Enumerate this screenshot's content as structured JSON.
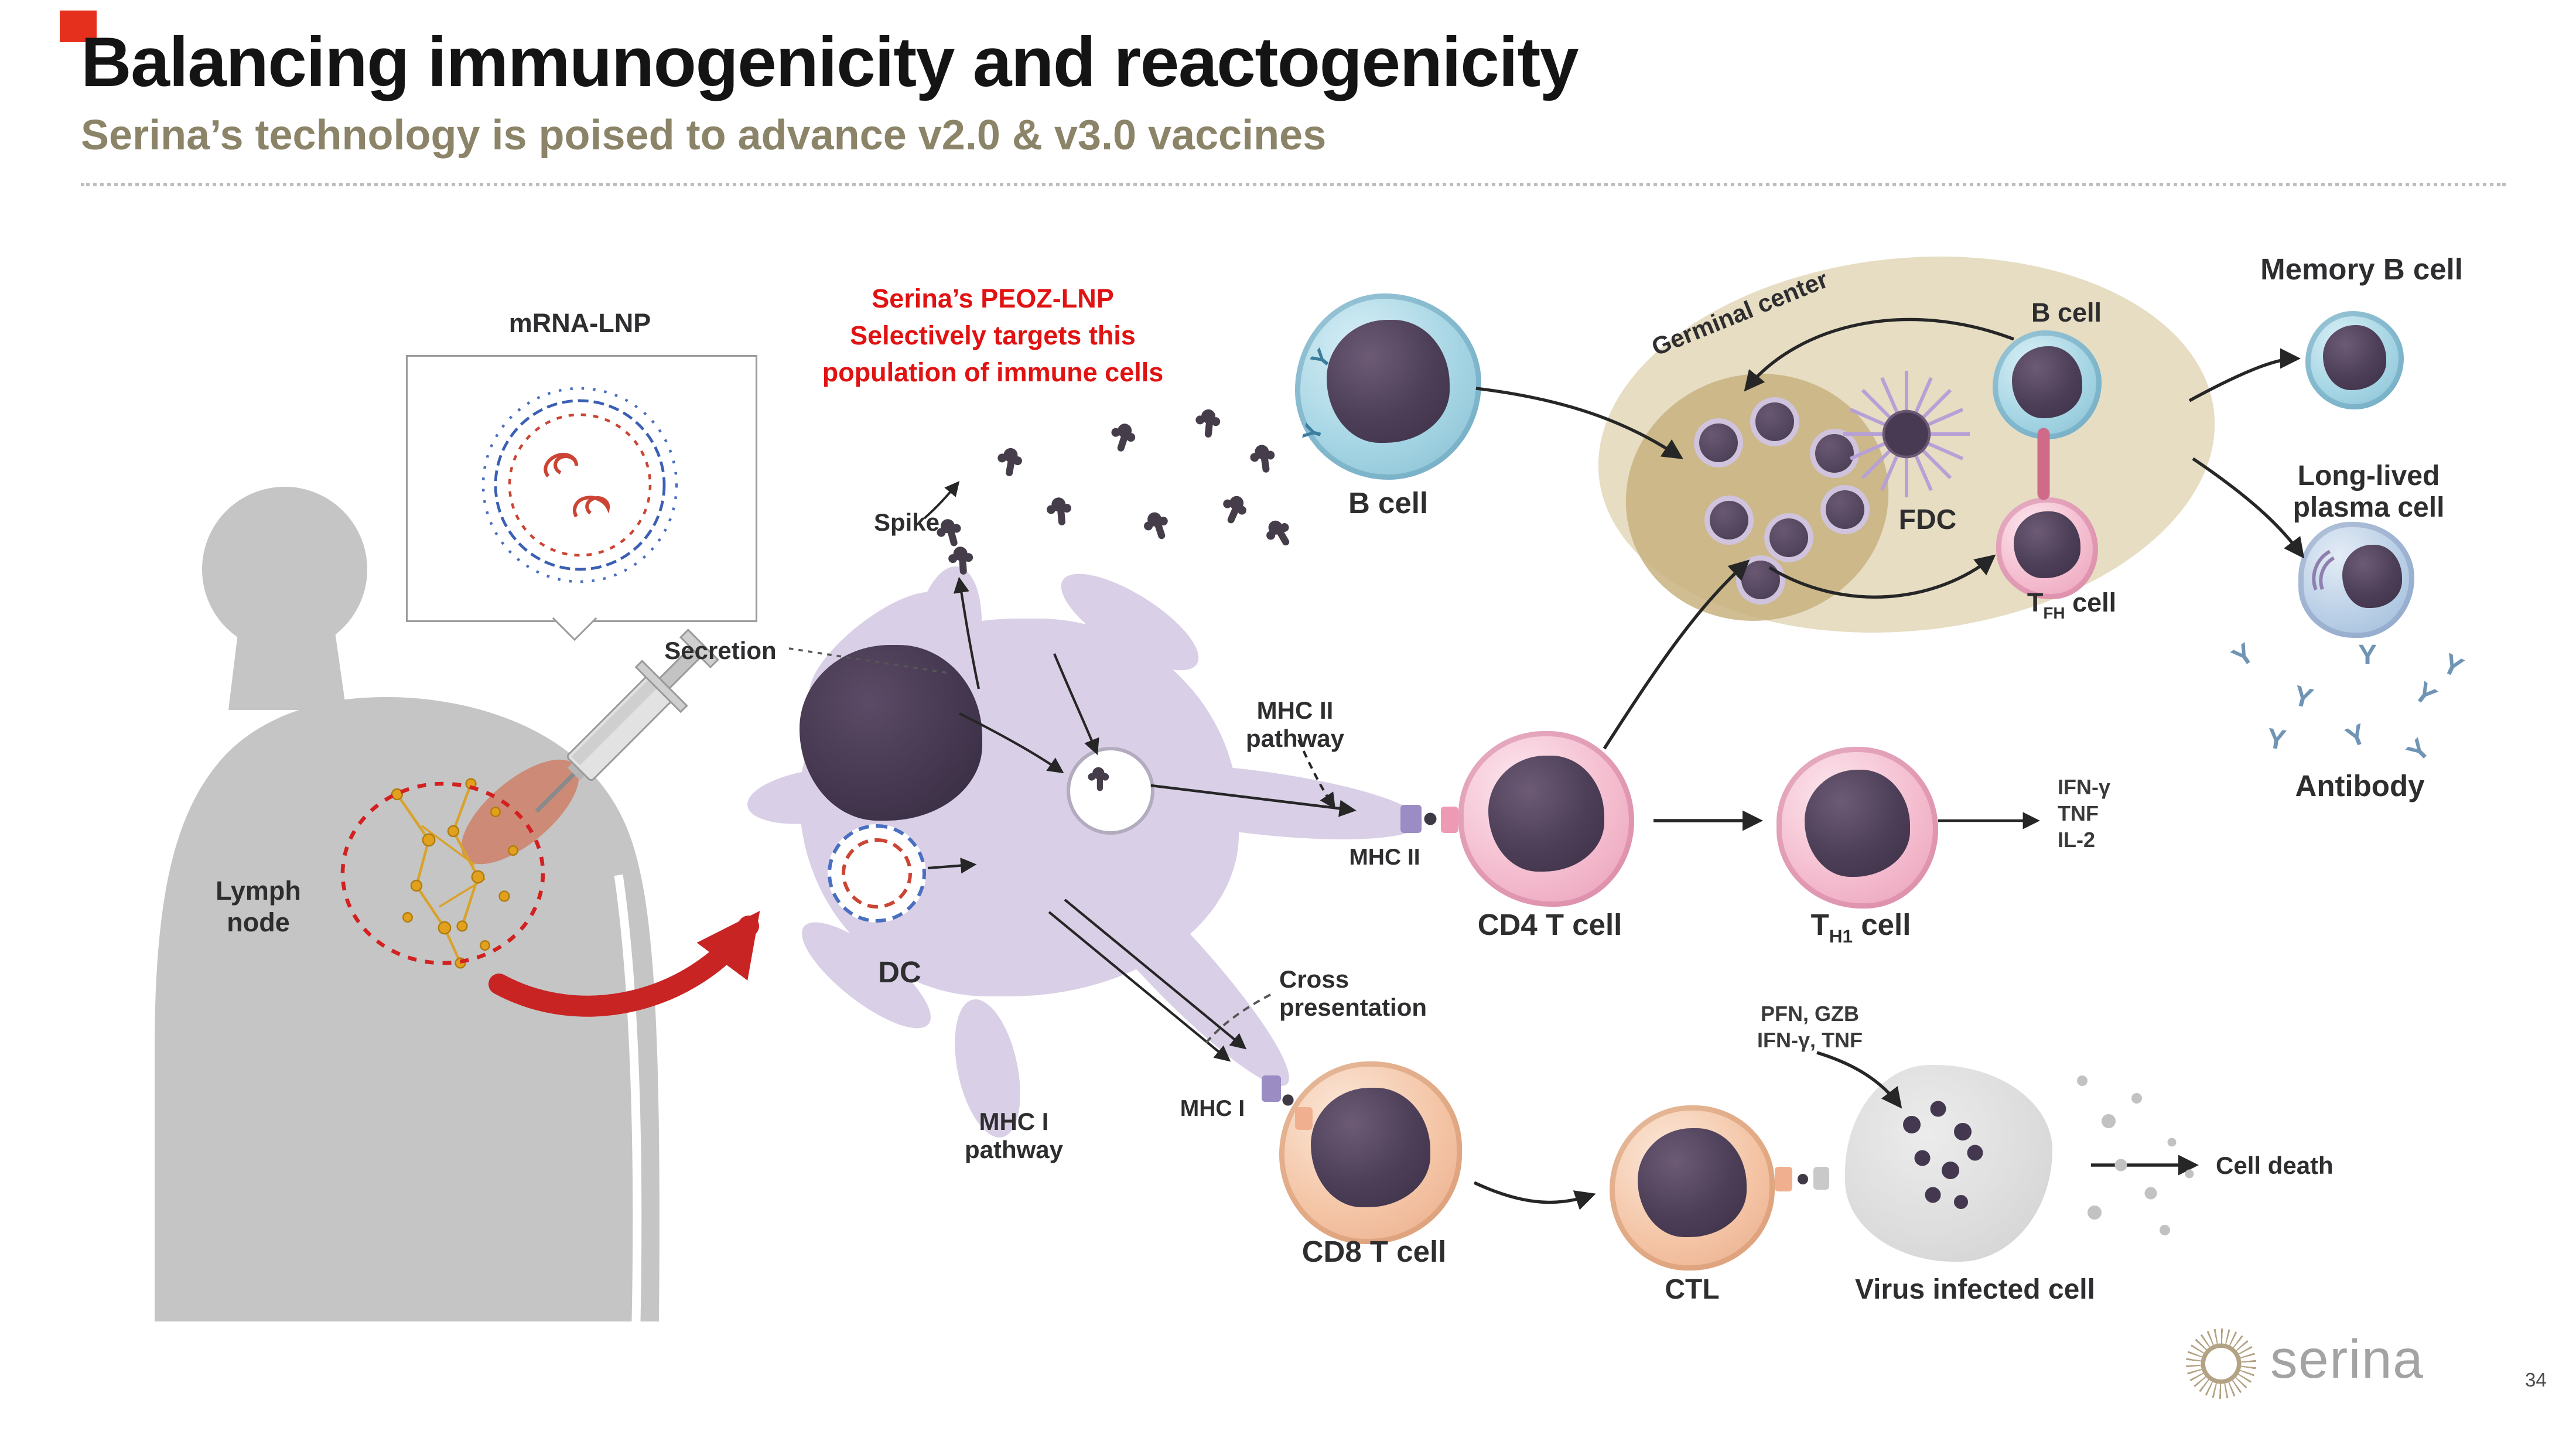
{
  "slide": {
    "title": "Balancing immunogenicity and reactogenicity",
    "subtitle": "Serina’s technology is poised to advance v2.0 & v3.0 vaccines",
    "page_number": "34",
    "logo_text": "serina"
  },
  "callout": {
    "line1": "Serina’s PEOZ-LNP",
    "line2": "Selectively targets this",
    "line3": "population of immune cells"
  },
  "labels": {
    "mrna_lnp": "mRNA-LNP",
    "lymph1": "Lymph",
    "lymph2": "node",
    "spike": "Spike",
    "secretion": "Secretion",
    "dc": "DC",
    "b_cell": "B cell",
    "germinal_center": "Germinal center",
    "fdc": "FDC",
    "b_cell_gc": "B cell",
    "tfh_t": "T",
    "tfh_sub": "FH",
    "tfh_rest": " cell",
    "memory_b": "Memory B cell",
    "plasma1": "Long-lived",
    "plasma2": "plasma cell",
    "antibody": "Antibody",
    "mhc2_path1": "MHC II",
    "mhc2_path2": "pathway",
    "mhc2": "MHC II",
    "cd4": "CD4 T cell",
    "th1_t": "T",
    "th1_sub": "H1",
    "th1_rest": " cell",
    "ifn": "IFN-γ",
    "tnf": "TNF",
    "il2": "IL-2",
    "cross1": "Cross",
    "cross2": "presentation",
    "mhc1_path1": "MHC I",
    "mhc1_path2": "pathway",
    "mhc1": "MHC I",
    "cd8": "CD8 T cell",
    "ctl": "CTL",
    "gran1": "PFN, GZB",
    "gran2": "IFN-γ, TNF",
    "virus": "Virus infected cell",
    "cell_death": "Cell death"
  },
  "colors": {
    "corner_red": "#e5301d",
    "subtitle_olive": "#8c8468",
    "callout_red": "#e01212",
    "arrow_red": "#c92424",
    "cell_blue": "#a5d5e4",
    "cell_pink": "#f4bcce",
    "cell_peach": "#f4c5a6",
    "dc_lavender": "#d9cfe6",
    "nucleus_purple": "#4c3e57",
    "germinal_tan": "#e6ddc3",
    "lymph_yellow": "#e2a11c",
    "logo_tan": "#b3a384",
    "logo_gray": "#a3a3a3"
  }
}
